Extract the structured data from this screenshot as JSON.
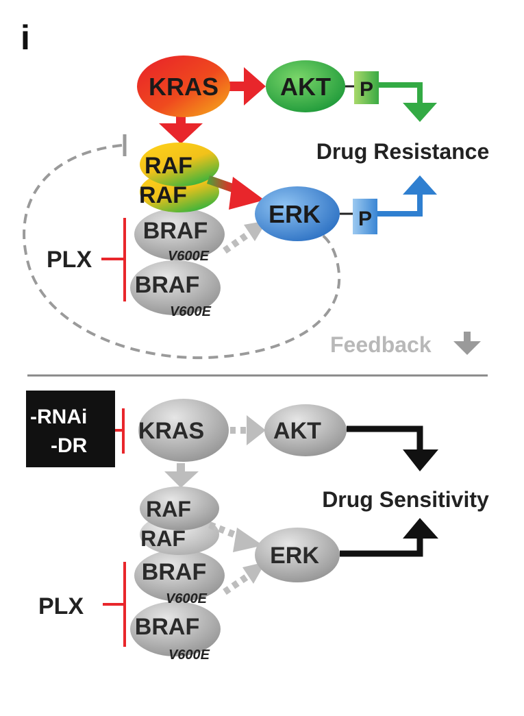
{
  "panel_label": "i",
  "top": {
    "nodes": {
      "kras": "KRAS",
      "akt": "AKT",
      "p_akt": "P",
      "raf1": "RAF",
      "raf2": "RAF",
      "erk": "ERK",
      "p_erk": "P",
      "braf1": "BRAF",
      "braf1_sub": "V600E",
      "braf2": "BRAF",
      "braf2_sub": "V600E"
    },
    "inhibitor": "PLX",
    "outcome": "Drug Resistance",
    "feedback": "Feedback"
  },
  "bottom": {
    "box_line1": "-RNAi",
    "box_line2": "-DR",
    "nodes": {
      "kras": "KRAS",
      "akt": "AKT",
      "raf1": "RAF",
      "raf2": "RAF",
      "erk": "ERK",
      "braf1": "BRAF",
      "braf1_sub": "V600E",
      "braf2": "BRAF",
      "braf2_sub": "V600E"
    },
    "inhibitor": "PLX",
    "outcome": "Drug Sensitivity"
  },
  "colors": {
    "inhibit_red": "#e8262b",
    "akt_green": "#33aa44",
    "erk_blue": "#2f7fd0",
    "feedback_gray": "#9a9a9a",
    "divider": "#888888",
    "black_arrow": "#111111"
  }
}
